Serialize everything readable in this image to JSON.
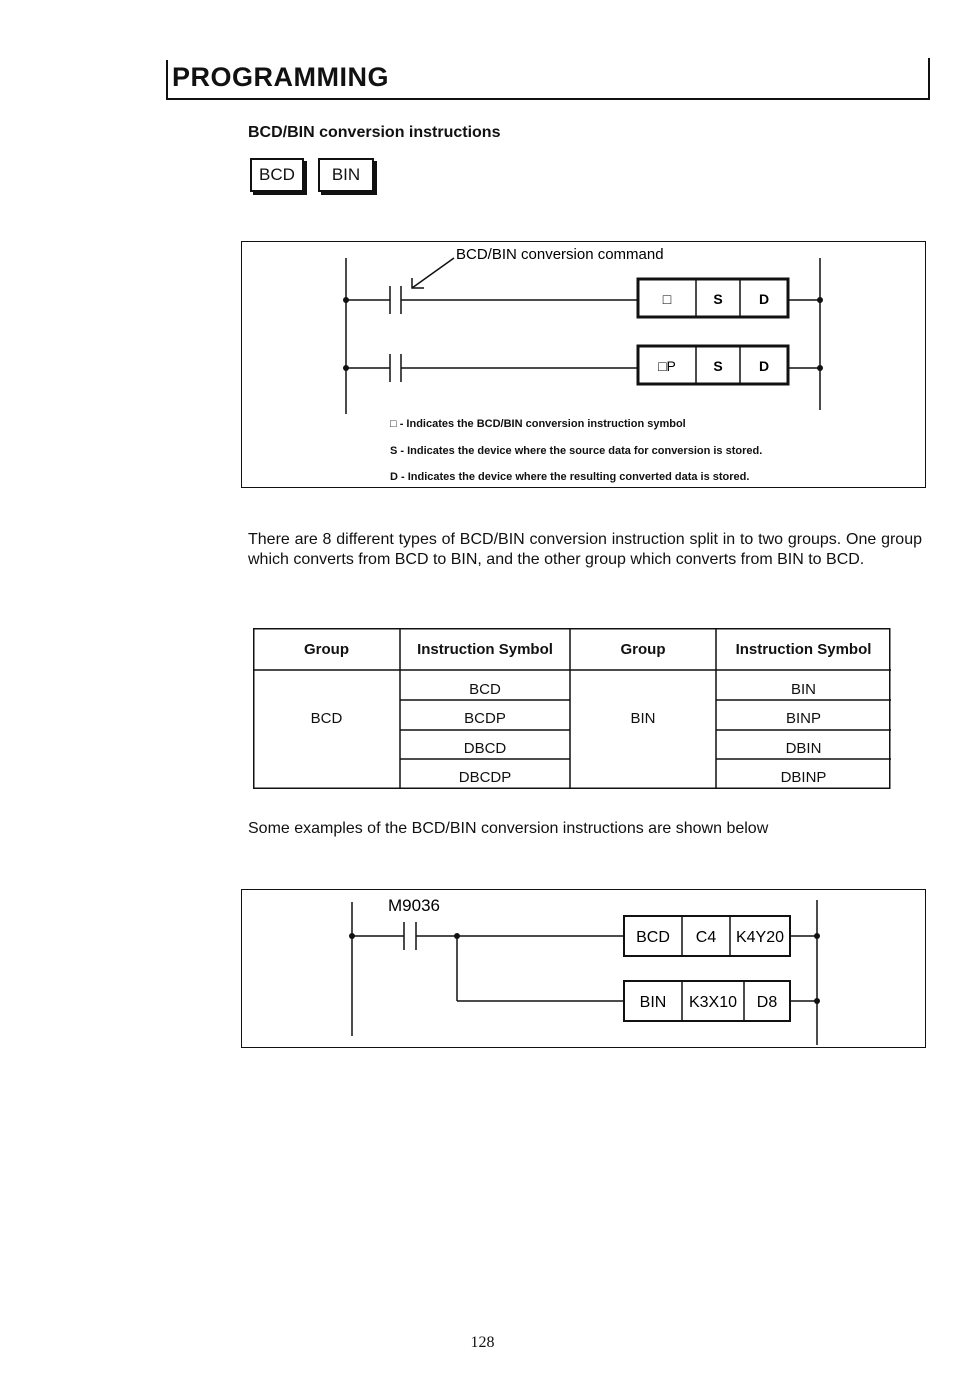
{
  "header": {
    "title": "PROGRAMMING"
  },
  "section": {
    "title": "BCD/BIN conversion instructions",
    "keys": [
      "BCD",
      "BIN"
    ]
  },
  "diagram1": {
    "command_label": "BCD/BIN conversion command",
    "row1": [
      "□",
      "S",
      "D"
    ],
    "row2": [
      "□P",
      "S",
      "D"
    ],
    "legend": [
      "□ - Indicates the BCD/BIN conversion  instruction symbol",
      "S - Indicates the device where the source data for conversion is stored.",
      "D - Indicates the device where the resulting converted data is stored."
    ]
  },
  "paragraph": "There are 8 different types of BCD/BIN conversion instruction split in to two groups. One group which converts from BCD to BIN, and the other group which converts from BIN to BCD.",
  "table": {
    "headers": [
      "Group",
      "Instruction Symbol",
      "Group",
      "Instruction Symbol"
    ],
    "group1": "BCD",
    "group1_symbols": [
      "BCD",
      "BCDP",
      "DBCD",
      "DBCDP"
    ],
    "group2": "BIN",
    "group2_symbols": [
      "BIN",
      "BINP",
      "DBIN",
      "DBINP"
    ]
  },
  "examples_text": "Some examples of the BCD/BIN conversion instructions are shown below",
  "diagram2": {
    "contact": "M9036",
    "row1": [
      "BCD",
      "C4",
      "K4Y20"
    ],
    "row2": [
      "BIN",
      "K3X10",
      "D8"
    ]
  },
  "page_number": "128"
}
